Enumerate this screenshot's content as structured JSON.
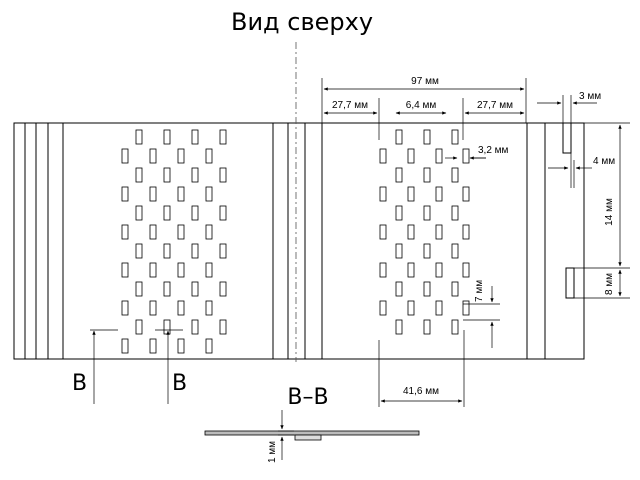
{
  "title": "Вид сверху",
  "section_label": "В–В",
  "section_marks": [
    "В",
    "В"
  ],
  "dimensions": {
    "total_width": "97 мм",
    "margin_left": "27,7 мм",
    "pitch": "6,4 мм",
    "margin_right": "27,7 мм",
    "slot_width": "3,2 мм",
    "step_vertical": "7 мм",
    "array_width": "41,6 мм",
    "tab_width": "3 мм",
    "tab_offset": "4 мм",
    "tab_spacing": "14 мм",
    "tab_height": "8 мм",
    "thickness": "1 мм"
  }
}
